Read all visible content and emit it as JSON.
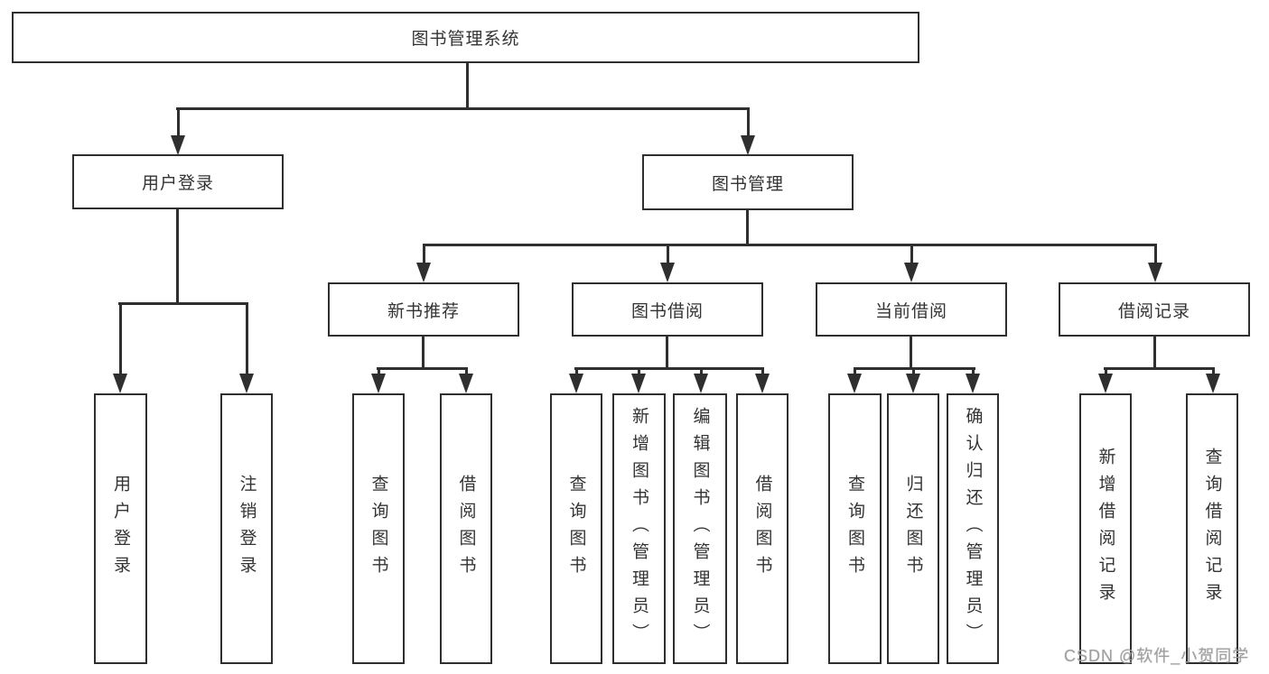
{
  "tree": {
    "root": {
      "label": "图书管理系统"
    },
    "level2": [
      {
        "label": "用户登录"
      },
      {
        "label": "图书管理"
      }
    ],
    "level3": [
      {
        "label": "新书推荐",
        "parent": "图书管理"
      },
      {
        "label": "图书借阅",
        "parent": "图书管理"
      },
      {
        "label": "当前借阅",
        "parent": "图书管理"
      },
      {
        "label": "借阅记录",
        "parent": "图书管理"
      }
    ],
    "level4": [
      {
        "label": "用户登录",
        "parent": "用户登录"
      },
      {
        "label": "注销登录",
        "parent": "用户登录"
      },
      {
        "label": "查询图书",
        "parent": "新书推荐"
      },
      {
        "label": "借阅图书",
        "parent": "新书推荐"
      },
      {
        "label": "查询图书",
        "parent": "图书借阅"
      },
      {
        "label": "新增图书（管理员）",
        "parent": "图书借阅"
      },
      {
        "label": "编辑图书（管理员）",
        "parent": "图书借阅"
      },
      {
        "label": "借阅图书",
        "parent": "图书借阅"
      },
      {
        "label": "查询图书",
        "parent": "当前借阅"
      },
      {
        "label": "归还图书",
        "parent": "当前借阅"
      },
      {
        "label": "确认归还（管理员）",
        "parent": "当前借阅"
      },
      {
        "label": "新增借阅记录",
        "parent": "借阅记录"
      },
      {
        "label": "查询借阅记录",
        "parent": "借阅记录"
      }
    ]
  },
  "watermark": {
    "text": "CSDN @软件_小贺同学"
  },
  "colors": {
    "line": "#2f2f2f",
    "text": "#333333",
    "box_fill": "#ffffff",
    "background": "#ffffff",
    "watermark": "#a0a0a0"
  }
}
